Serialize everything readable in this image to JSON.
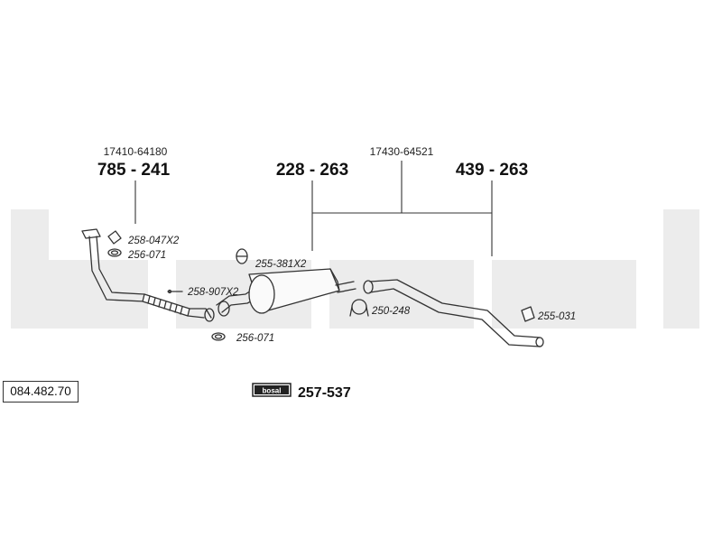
{
  "catalog_number": "084.482.70",
  "oem_numbers": [
    "17410-64180",
    "17430-64521"
  ],
  "assemblies": {
    "front_pipe": "785 - 241",
    "center_muffler": "228 - 263",
    "rear_pipe": "439 - 263",
    "mounting_kit": "257-537"
  },
  "parts": [
    {
      "label": "258-047X2"
    },
    {
      "label": "256-071"
    },
    {
      "label": "258-907X2"
    },
    {
      "label": "256-071"
    },
    {
      "label": "255-381X2"
    },
    {
      "label": "250-248"
    },
    {
      "label": "255-031"
    }
  ],
  "watermark": "bosal",
  "colors": {
    "line": "#333333",
    "watermark": "#ececec"
  }
}
